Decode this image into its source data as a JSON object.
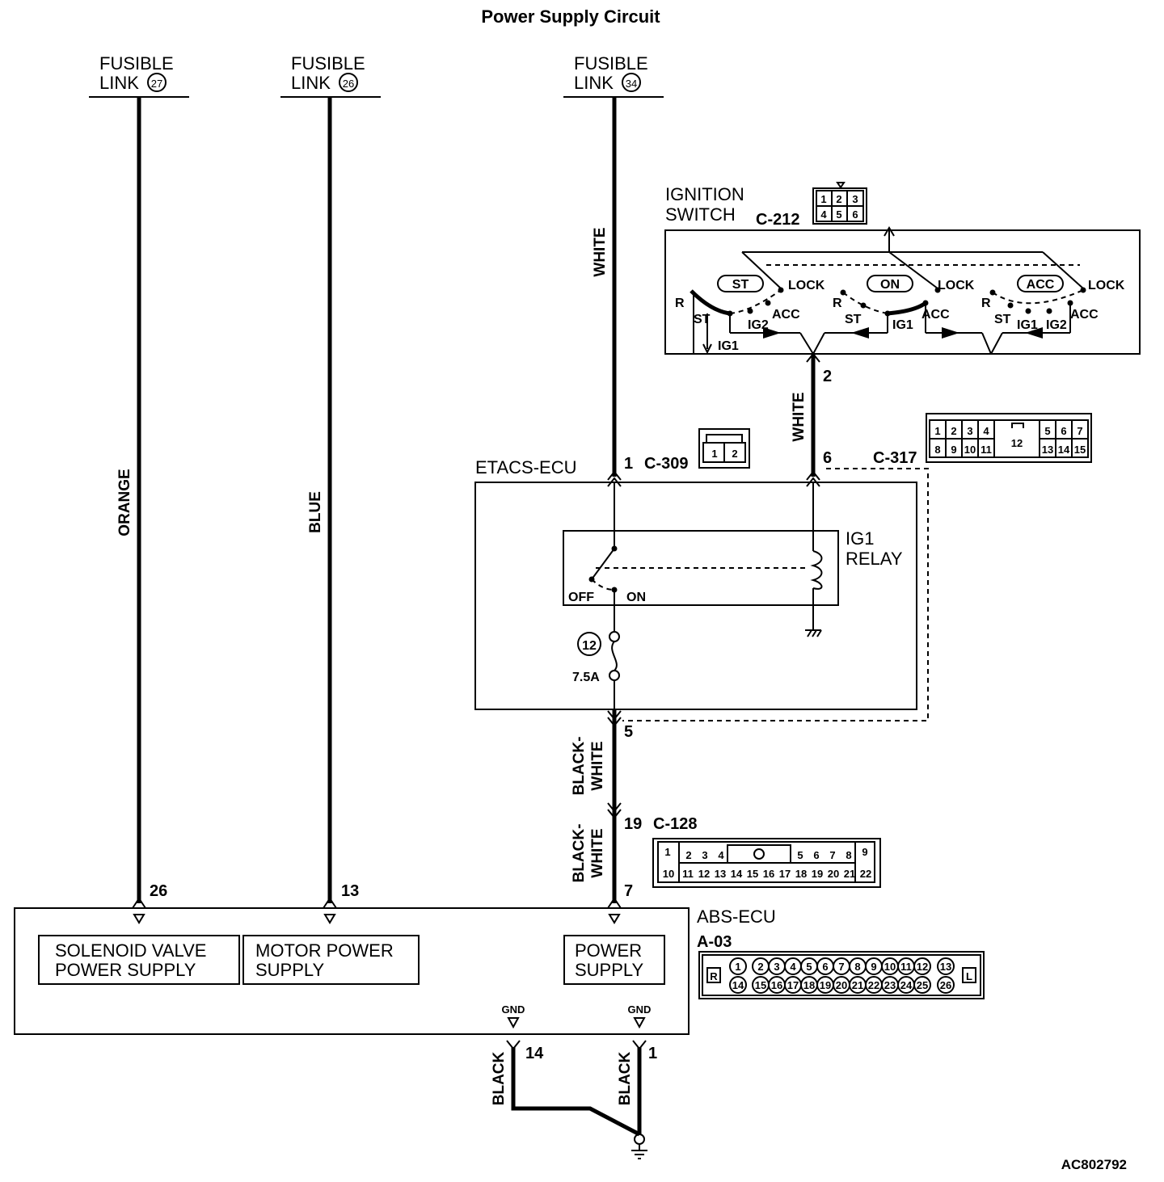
{
  "title": "Power Supply Circuit",
  "figure_code": "AC802792",
  "fusible_links": [
    {
      "label": "FUSIBLE",
      "label2": "LINK",
      "num": "27"
    },
    {
      "label": "FUSIBLE",
      "label2": "LINK",
      "num": "26"
    },
    {
      "label": "FUSIBLE",
      "label2": "LINK",
      "num": "34"
    }
  ],
  "wire_colors": {
    "orange": "ORANGE",
    "blue": "BLUE",
    "white_top": "WHITE",
    "white_ign": "WHITE",
    "black_white_1a": "BLACK-",
    "black_white_1b": "WHITE",
    "black_white_2a": "BLACK-",
    "black_white_2b": "WHITE",
    "black_1": "BLACK",
    "black_2": "BLACK"
  },
  "ignition_switch": {
    "label1": "IGNITION",
    "label2": "SWITCH",
    "connector": "C-212",
    "connector_pins": [
      "1",
      "2",
      "3",
      "4",
      "5",
      "6"
    ],
    "positions": [
      "ST",
      "ON",
      "ACC"
    ],
    "lock": "LOCK",
    "acc": "ACC",
    "r": "R",
    "st": "ST",
    "ig1": "IG1",
    "ig2": "IG2",
    "pin": "2"
  },
  "etacs": {
    "label": "ETACS-ECU",
    "pin_in": "1",
    "connector_in": "C-309",
    "connector_in_pins": [
      "1",
      "2"
    ],
    "pin_ig": "6",
    "connector_ig": "C-317",
    "connector_ig_pins_top": [
      "1",
      "2",
      "3",
      "4",
      "5",
      "6",
      "7"
    ],
    "connector_ig_pins_bottom": [
      "8",
      "9",
      "10",
      "11",
      "13",
      "14",
      "15"
    ],
    "connector_ig_center": "12",
    "relay1": "IG1",
    "relay2": "RELAY",
    "off": "OFF",
    "on": "ON",
    "fuse_num": "12",
    "fuse_rating": "7.5A",
    "pin_out": "5"
  },
  "c128": {
    "pin": "19",
    "name": "C-128",
    "top": [
      "1",
      "2",
      "3",
      "4",
      "5",
      "6",
      "7",
      "8",
      "9"
    ],
    "bottom": [
      "10",
      "11",
      "12",
      "13",
      "14",
      "15",
      "16",
      "17",
      "18",
      "19",
      "20",
      "21",
      "22"
    ]
  },
  "abs": {
    "label": "ABS-ECU",
    "connector": "A-03",
    "pins": [
      "26",
      "13",
      "7"
    ],
    "boxes": [
      {
        "l1": "SOLENOID VALVE",
        "l2": "POWER SUPPLY"
      },
      {
        "l1": "MOTOR POWER",
        "l2": "SUPPLY"
      },
      {
        "l1": "POWER",
        "l2": "SUPPLY"
      }
    ],
    "gnd": "GND",
    "gnd_pins": [
      "14",
      "1"
    ],
    "a03_r": "R",
    "a03_l": "L",
    "a03_top": [
      "1",
      "2",
      "3",
      "4",
      "5",
      "6",
      "7",
      "8",
      "9",
      "10",
      "11",
      "12",
      "13"
    ],
    "a03_bottom": [
      "14",
      "15",
      "16",
      "17",
      "18",
      "19",
      "20",
      "21",
      "22",
      "23",
      "24",
      "25",
      "26"
    ]
  }
}
